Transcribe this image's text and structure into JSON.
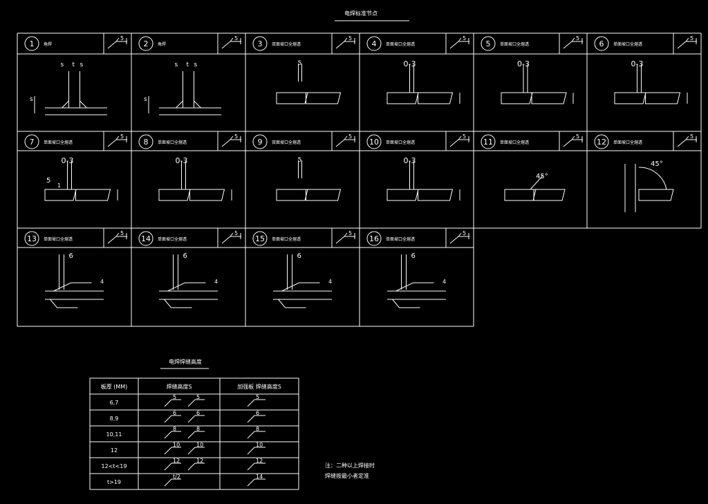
{
  "drawing": {
    "title": "电焊标准节点",
    "table_title": "电焊焊缝高度",
    "note_line1": "注：二种以上焊接时",
    "note_line2": "焊缝按最小者定准"
  },
  "cells": [
    {
      "num": "1",
      "label": "角焊",
      "weld": "5"
    },
    {
      "num": "2",
      "label": "角焊",
      "weld": "5"
    },
    {
      "num": "3",
      "label": "双面坡口全熔透",
      "weld": "5"
    },
    {
      "num": "4",
      "label": "单面坡口全熔透",
      "weld": "5"
    },
    {
      "num": "5",
      "label": "单面坡口全熔透",
      "weld": "5"
    },
    {
      "num": "6",
      "label": "单面坡口全熔透",
      "weld": "5"
    },
    {
      "num": "7",
      "label": "单面坡口全熔透",
      "weld": "5"
    },
    {
      "num": "8",
      "label": "单面坡口全熔透",
      "weld": "5"
    },
    {
      "num": "9",
      "label": "双面坡口全熔透",
      "weld": "5"
    },
    {
      "num": "10",
      "label": "单面坡口全熔透",
      "weld": "5"
    },
    {
      "num": "11",
      "label": "单面坡口全熔透",
      "weld": "5"
    },
    {
      "num": "12",
      "label": "单面坡口全熔透",
      "weld": "5"
    },
    {
      "num": "13",
      "label": "单面坡口全熔透",
      "weld": "5"
    },
    {
      "num": "14",
      "label": "单面坡口全熔透",
      "weld": "5"
    },
    {
      "num": "15",
      "label": "单面坡口全熔透",
      "weld": "5"
    },
    {
      "num": "16",
      "label": "单面坡口全熔透",
      "weld": "5"
    }
  ],
  "dims": {
    "gap": "0-3",
    "s": "s",
    "t": "t",
    "five": "5",
    "one": "1",
    "six": "6",
    "four": "4",
    "angle": "45°"
  },
  "table": {
    "headers": [
      "板厚 (MM)",
      "焊缝高度S",
      "加强板  焊缝高度S"
    ],
    "rows": [
      {
        "thk": "6,7",
        "a": "5",
        "b": "5",
        "c": "5"
      },
      {
        "thk": "8,9",
        "a": "6",
        "b": "6",
        "c": "6"
      },
      {
        "thk": "10,11",
        "a": "8",
        "b": "8",
        "c": "8"
      },
      {
        "thk": "12",
        "a": "10",
        "b": "10",
        "c": "10"
      },
      {
        "thk": "12<t<19",
        "a": "12",
        "b": "12",
        "c": "12"
      },
      {
        "thk": "t>19",
        "a": "t/2",
        "b": "",
        "c": "14"
      }
    ]
  }
}
